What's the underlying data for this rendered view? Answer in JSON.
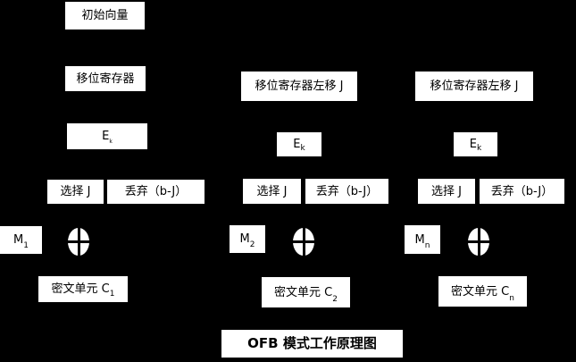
{
  "colors": {
    "background": "#000000",
    "box_background": "#ffffff",
    "box_text": "#000000"
  },
  "title": "OFB 模式工作原理图",
  "col1": {
    "initial_vector": "初始向量",
    "shift_register": "移位寄存器",
    "encrypt_base": "E",
    "encrypt_sub": "k",
    "select": "选择 J",
    "discard": "丢弃（b-J）",
    "message_base": "M",
    "message_sub": "1",
    "cipher_base": "密文单元 C",
    "cipher_sub": "1"
  },
  "col2": {
    "shift_register": "移位寄存器左移 J",
    "encrypt_base": "E",
    "encrypt_sub": "k",
    "select": "选择 J",
    "discard": "丢弃（b-J）",
    "message_base": "M",
    "message_sub": "2",
    "cipher_base": "密文单元 C",
    "cipher_sub": "2"
  },
  "col3": {
    "shift_register": "移位寄存器左移 J",
    "encrypt_base": "E",
    "encrypt_sub": "k",
    "select": "选择 J",
    "discard": "丢弃（b-J）",
    "message_base": "M",
    "message_sub": "n",
    "cipher_base": "密文单元 C",
    "cipher_sub": "n"
  },
  "icons": {
    "xor": "xor-plus-in-circle"
  }
}
